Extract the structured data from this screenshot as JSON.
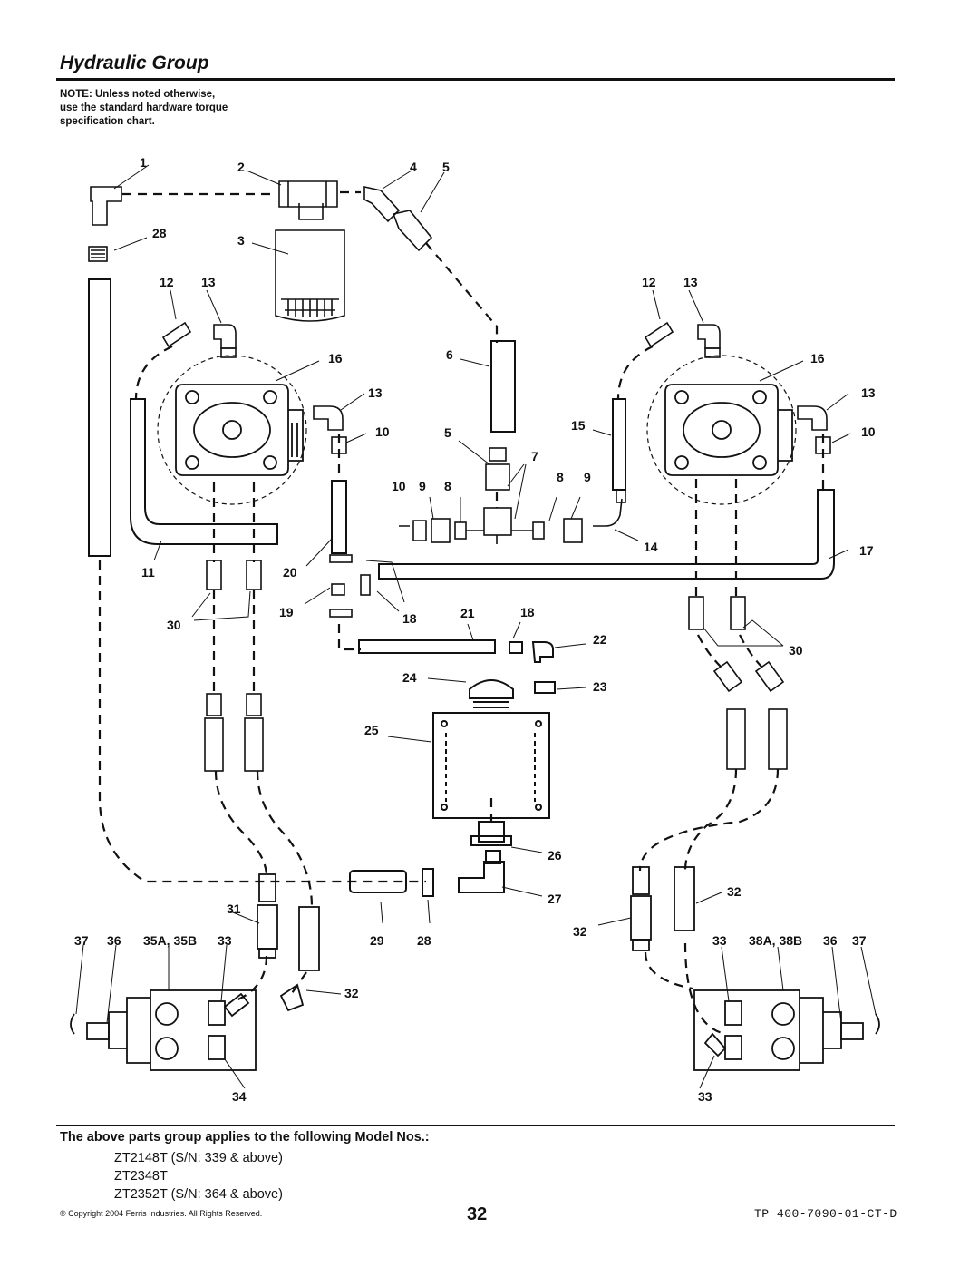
{
  "header": {
    "title": "Hydraulic Group",
    "note_lines": [
      "NOTE: Unless noted otherwise,",
      "use the standard hardware torque",
      "specification chart."
    ]
  },
  "diagram": {
    "callouts": [
      {
        "id": "c1",
        "text": "1"
      },
      {
        "id": "c2",
        "text": "2"
      },
      {
        "id": "c4",
        "text": "4"
      },
      {
        "id": "c5a",
        "text": "5"
      },
      {
        "id": "c28a",
        "text": "28"
      },
      {
        "id": "c3",
        "text": "3"
      },
      {
        "id": "c12l",
        "text": "12"
      },
      {
        "id": "c13l",
        "text": "13"
      },
      {
        "id": "c12r",
        "text": "12"
      },
      {
        "id": "c13r",
        "text": "13"
      },
      {
        "id": "c6",
        "text": "6"
      },
      {
        "id": "c16l",
        "text": "16"
      },
      {
        "id": "c16r",
        "text": "16"
      },
      {
        "id": "c13ml",
        "text": "13"
      },
      {
        "id": "c13mr",
        "text": "13"
      },
      {
        "id": "c10l",
        "text": "10"
      },
      {
        "id": "c5b",
        "text": "5"
      },
      {
        "id": "c15",
        "text": "15"
      },
      {
        "id": "c10r",
        "text": "10"
      },
      {
        "id": "c7",
        "text": "7"
      },
      {
        "id": "c10c",
        "text": "10"
      },
      {
        "id": "c9a",
        "text": "9"
      },
      {
        "id": "c8a",
        "text": "8"
      },
      {
        "id": "c8b",
        "text": "8"
      },
      {
        "id": "c9b",
        "text": "9"
      },
      {
        "id": "c14",
        "text": "14"
      },
      {
        "id": "c17",
        "text": "17"
      },
      {
        "id": "c11",
        "text": "11"
      },
      {
        "id": "c20",
        "text": "20"
      },
      {
        "id": "c19",
        "text": "19"
      },
      {
        "id": "c18a",
        "text": "18"
      },
      {
        "id": "c21",
        "text": "21"
      },
      {
        "id": "c18b",
        "text": "18"
      },
      {
        "id": "c30l",
        "text": "30"
      },
      {
        "id": "c22",
        "text": "22"
      },
      {
        "id": "c30r",
        "text": "30"
      },
      {
        "id": "c24",
        "text": "24"
      },
      {
        "id": "c23",
        "text": "23"
      },
      {
        "id": "c25",
        "text": "25"
      },
      {
        "id": "c26",
        "text": "26"
      },
      {
        "id": "c27",
        "text": "27"
      },
      {
        "id": "c31",
        "text": "31"
      },
      {
        "id": "c32a",
        "text": "32"
      },
      {
        "id": "c37l",
        "text": "37"
      },
      {
        "id": "c36l",
        "text": "36"
      },
      {
        "id": "c35",
        "text": "35A, 35B"
      },
      {
        "id": "c33l",
        "text": "33"
      },
      {
        "id": "c29",
        "text": "29"
      },
      {
        "id": "c28b",
        "text": "28"
      },
      {
        "id": "c32b",
        "text": "32"
      },
      {
        "id": "c33r",
        "text": "33"
      },
      {
        "id": "c38",
        "text": "38A, 38B"
      },
      {
        "id": "c36r",
        "text": "36"
      },
      {
        "id": "c37r",
        "text": "37"
      },
      {
        "id": "c32c",
        "text": "32"
      },
      {
        "id": "c34",
        "text": "34"
      },
      {
        "id": "c33b",
        "text": "33"
      }
    ]
  },
  "footer": {
    "applies_heading": "The above parts group applies to the following Model Nos.:",
    "models": [
      "ZT2148T (S/N: 339 & above)",
      "ZT2348T",
      "ZT2352T (S/N: 364 & above)"
    ],
    "copyright": "© Copyright 2004 Ferris Industries. All Rights Reserved.",
    "page_number": "32",
    "doc_code": "TP 400-7090-01-CT-D"
  }
}
